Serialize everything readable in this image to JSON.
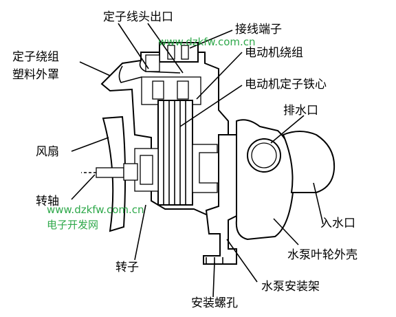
{
  "labels": {
    "stator_outlet": "定子线头出口",
    "terminal": "接线端子",
    "stator_cover_1": "定子绕组",
    "stator_cover_2": "塑料外罩",
    "motor_winding": "电动机绕组",
    "stator_core": "电动机定子铁心",
    "drain": "排水口",
    "fan": "风扇",
    "inlet": "入水口",
    "shaft": "转轴",
    "rotor": "转子",
    "impeller_housing": "水泵叶轮外壳",
    "pump_bracket": "水泵安装架",
    "mount_hole": "安装螺孔"
  },
  "watermarks": {
    "url_top": "www.dzkfw.com.cn",
    "url_bottom": "www.dzkfw.com.cn",
    "site_name": "电子开发网"
  },
  "colors": {
    "line": "#000000",
    "watermark": "#2ea84a"
  }
}
